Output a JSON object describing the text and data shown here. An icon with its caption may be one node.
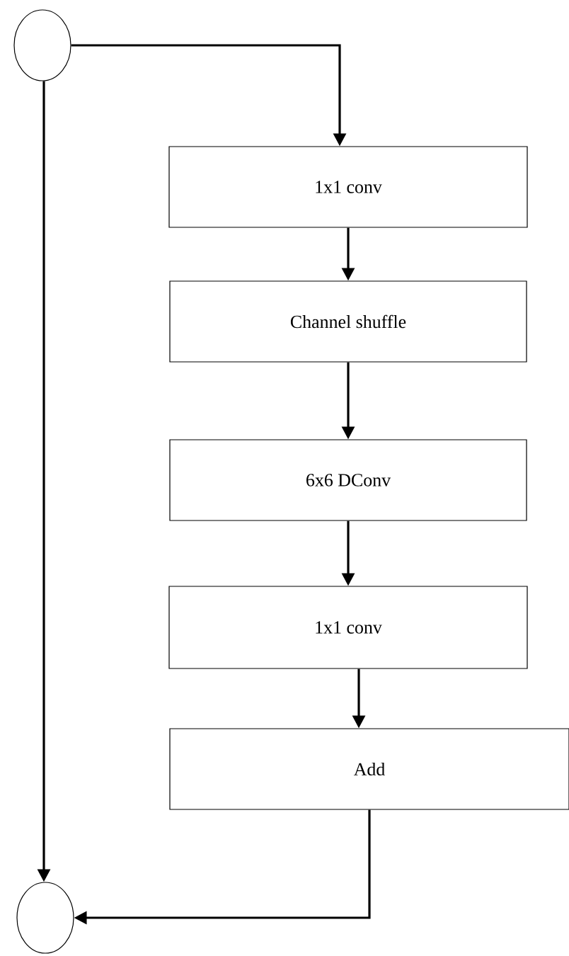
{
  "diagram": {
    "nodes": [
      {
        "text": [],
        "shape": "circle"
      },
      {
        "text": [
          "1x1 conv"
        ]
      },
      {
        "text": [
          "Channel shuffle"
        ]
      },
      {
        "text": [
          "6x6 DConv"
        ]
      },
      {
        "text": [
          "1x1 conv"
        ]
      },
      {
        "text": [
          "Add"
        ]
      },
      {
        "text": [],
        "shape": "circle"
      }
    ],
    "edges": [
      {
        "from": 0,
        "to": 1,
        "arrow": "to"
      },
      {
        "from": 1,
        "to": 2,
        "arrow": "to"
      },
      {
        "from": 2,
        "to": 3,
        "arrow": "to"
      },
      {
        "from": 3,
        "to": 4,
        "arrow": "to"
      },
      {
        "from": 4,
        "to": 5,
        "arrow": "to"
      },
      {
        "from": 5,
        "to": 6,
        "arrow": "to"
      },
      {
        "from": 0,
        "to": 6,
        "arrow": "to"
      }
    ]
  }
}
